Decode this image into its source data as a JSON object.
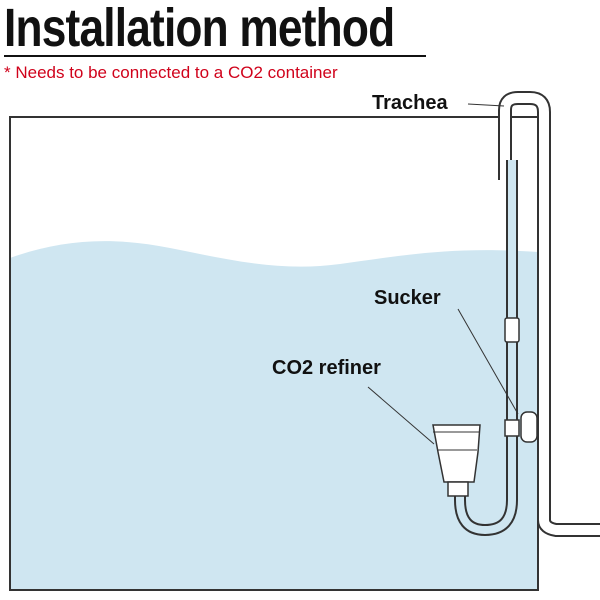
{
  "title": "Installation method",
  "note": "* Needs to be connected to a CO2 container",
  "labels": {
    "trachea": "Trachea",
    "sucker": "Sucker",
    "co2_refiner": "CO2 refiner"
  },
  "colors": {
    "water": "#cfe6f1",
    "outline": "#333333",
    "note_red": "#d0021b",
    "title": "#111111"
  }
}
